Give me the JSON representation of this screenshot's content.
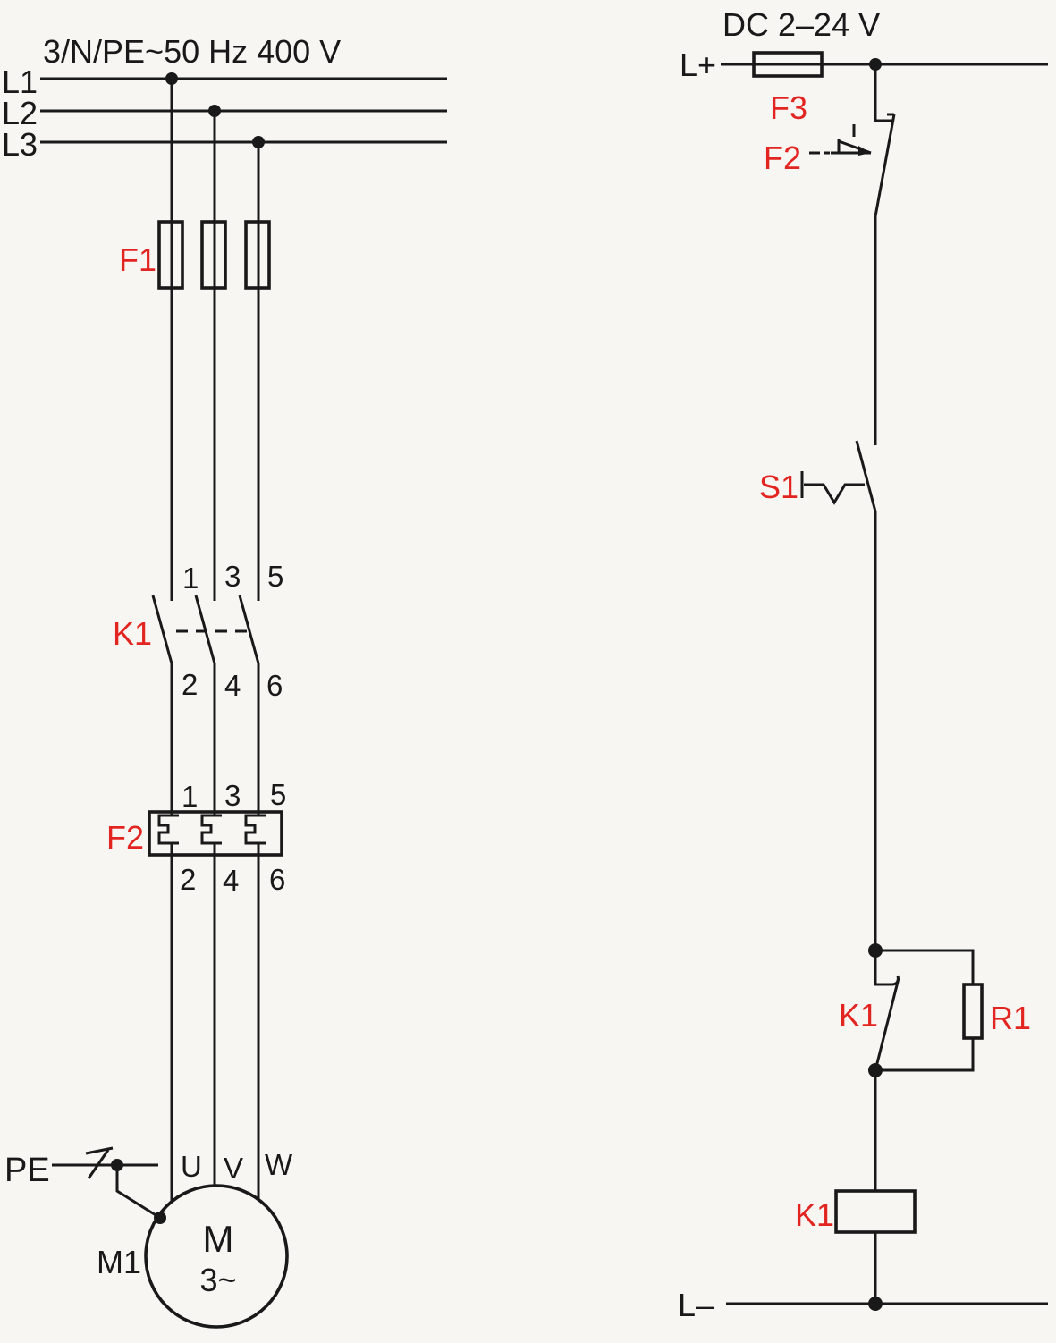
{
  "colors": {
    "ink": "#191919",
    "red": "#e32522",
    "paper": "#f7f6f3"
  },
  "power_circuit": {
    "supply_label": "3/N/PE~50 Hz 400 V",
    "phases": [
      "L1",
      "L2",
      "L3"
    ],
    "fuse": "F1",
    "contactor": "K1",
    "contactor_top_terminals": [
      "1",
      "3",
      "5"
    ],
    "contactor_bottom_terminals": [
      "2",
      "4",
      "6"
    ],
    "overload": "F2",
    "overload_top_terminals": [
      "1",
      "3",
      "5"
    ],
    "overload_bottom_terminals": [
      "2",
      "4",
      "6"
    ],
    "pe": "PE",
    "motor_terminals": [
      "U",
      "V",
      "W"
    ],
    "motor_ref": "M1",
    "motor_letter": "M",
    "motor_type": "3~"
  },
  "control_circuit": {
    "supply_label": "DC 2–24 V",
    "plus_rail": "L+",
    "minus_rail": "L–",
    "fuse": "F3",
    "overload_contact": "F2",
    "switch": "S1",
    "aux_contact": "K1",
    "resistor": "R1",
    "coil": "K1"
  }
}
